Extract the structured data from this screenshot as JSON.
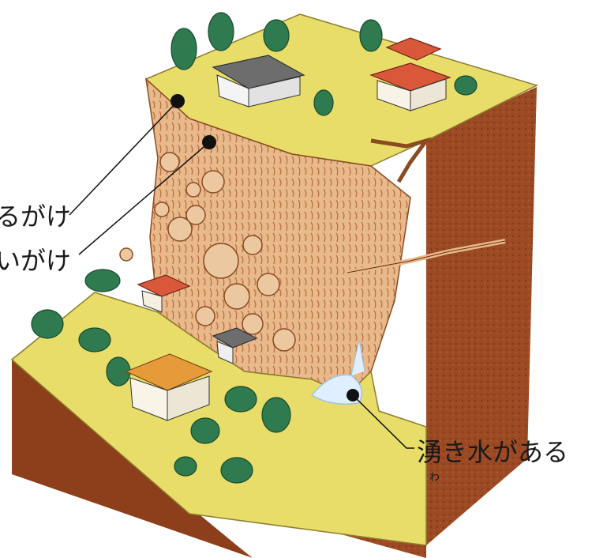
{
  "labels": {
    "crack_cliff": "るがけ",
    "bulge_cliff": "いがけ",
    "spring_water": "湧き水がある",
    "spring_water_ruby": "わ"
  },
  "colors": {
    "grass": "#e9dd6a",
    "soil_side": "#9c4a24",
    "soil_dark": "#7a3416",
    "cliff_face": "#e8b98a",
    "tree": "#2f7a4f",
    "roof_gray": "#6d6d6d",
    "roof_red": "#d9583a",
    "roof_orange": "#e79a3a",
    "water": "#dfefff"
  }
}
